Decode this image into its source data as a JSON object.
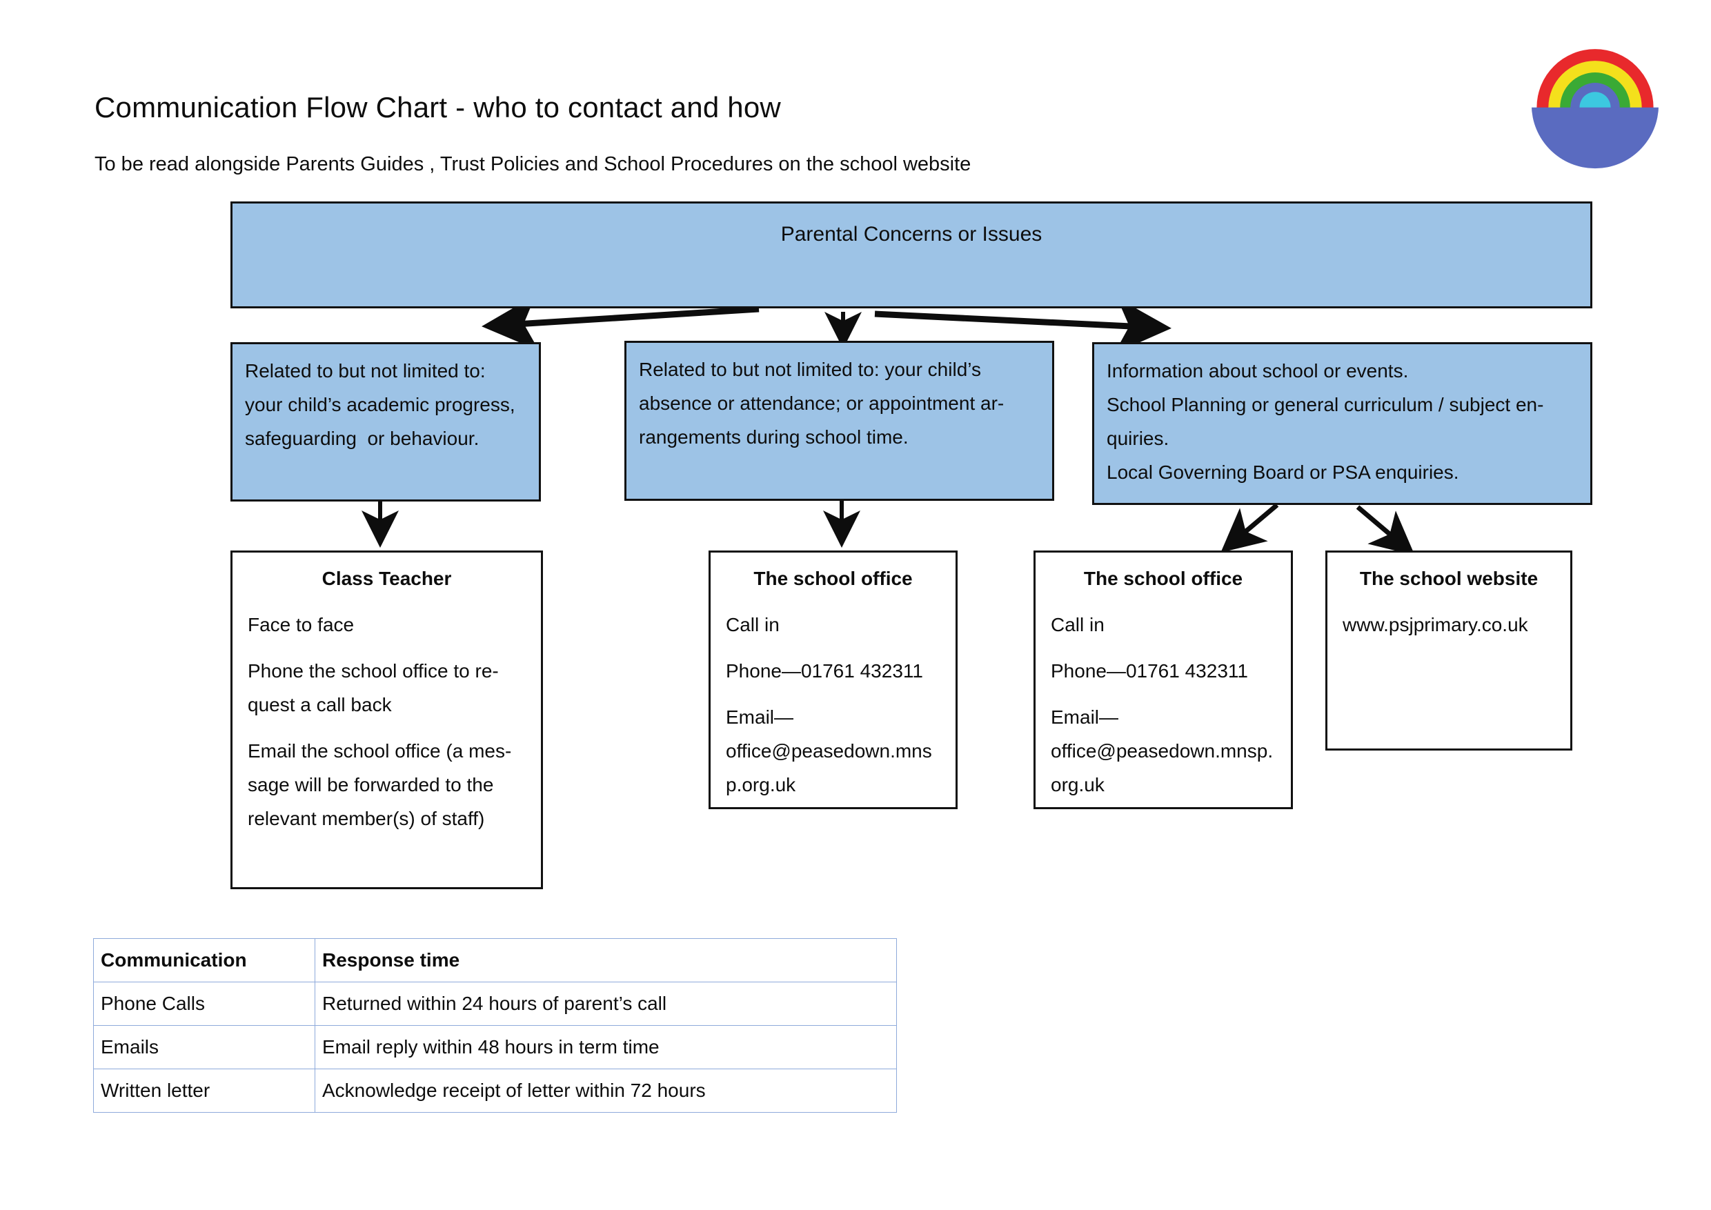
{
  "header": {
    "title": "Communication Flow Chart - who to contact and how",
    "subtitle": "To be read alongside Parents Guides , Trust Policies and School Procedures on the school website",
    "logo_name": "rainbow-logo",
    "logo_colors": {
      "red": "#E8292C",
      "yellow": "#F4E01C",
      "green": "#3AAA35",
      "blue": "#5A6BC0",
      "cyan": "#3CC8E0",
      "base": "#5A6BC0"
    }
  },
  "flow": {
    "root": {
      "label": "Parental Concerns or Issues"
    },
    "categories": [
      {
        "name": "category-academic",
        "lines": [
          "Related to but not limited to:",
          "your child’s academic progress,",
          "safeguarding  or behaviour."
        ]
      },
      {
        "name": "category-attendance",
        "lines": [
          "Related to but not limited to: your child’s",
          "absence or attendance; or appointment ar-",
          "rangements during school time."
        ]
      },
      {
        "name": "category-information",
        "lines": [
          "Information about school or events.",
          "School Planning or general curriculum / subject en-",
          "quiries.",
          "Local Governing Board or PSA enquiries."
        ]
      }
    ],
    "contacts": [
      {
        "name": "contact-class-teacher",
        "heading": "Class Teacher",
        "lines": [
          "Face to face",
          "Phone the school office to re-\nquest a call back",
          "Email the school office (a mes-\nsage will be forwarded to the\nrelevant member(s) of staff)"
        ]
      },
      {
        "name": "contact-school-office-a",
        "heading": "The school office",
        "lines": [
          "Call in",
          "Phone—01761 432311",
          "Email—\noffice@peasedown.mns\np.org.uk"
        ]
      },
      {
        "name": "contact-school-office-b",
        "heading": "The school office",
        "lines": [
          "Call in",
          "Phone—01761 432311",
          "Email—\noffice@peasedown.mnsp.\norg.uk"
        ]
      },
      {
        "name": "contact-school-website",
        "heading": "The school website",
        "lines": [
          "www.psjprimary.co.uk"
        ]
      }
    ]
  },
  "response_table": {
    "columns": [
      "Communication",
      "Response time"
    ],
    "rows": [
      [
        "Phone Calls",
        "Returned within 24 hours of parent’s call"
      ],
      [
        "Emails",
        "Email reply within 48 hours in term time"
      ],
      [
        "Written letter",
        "Acknowledge receipt of letter within 72 hours"
      ]
    ]
  }
}
